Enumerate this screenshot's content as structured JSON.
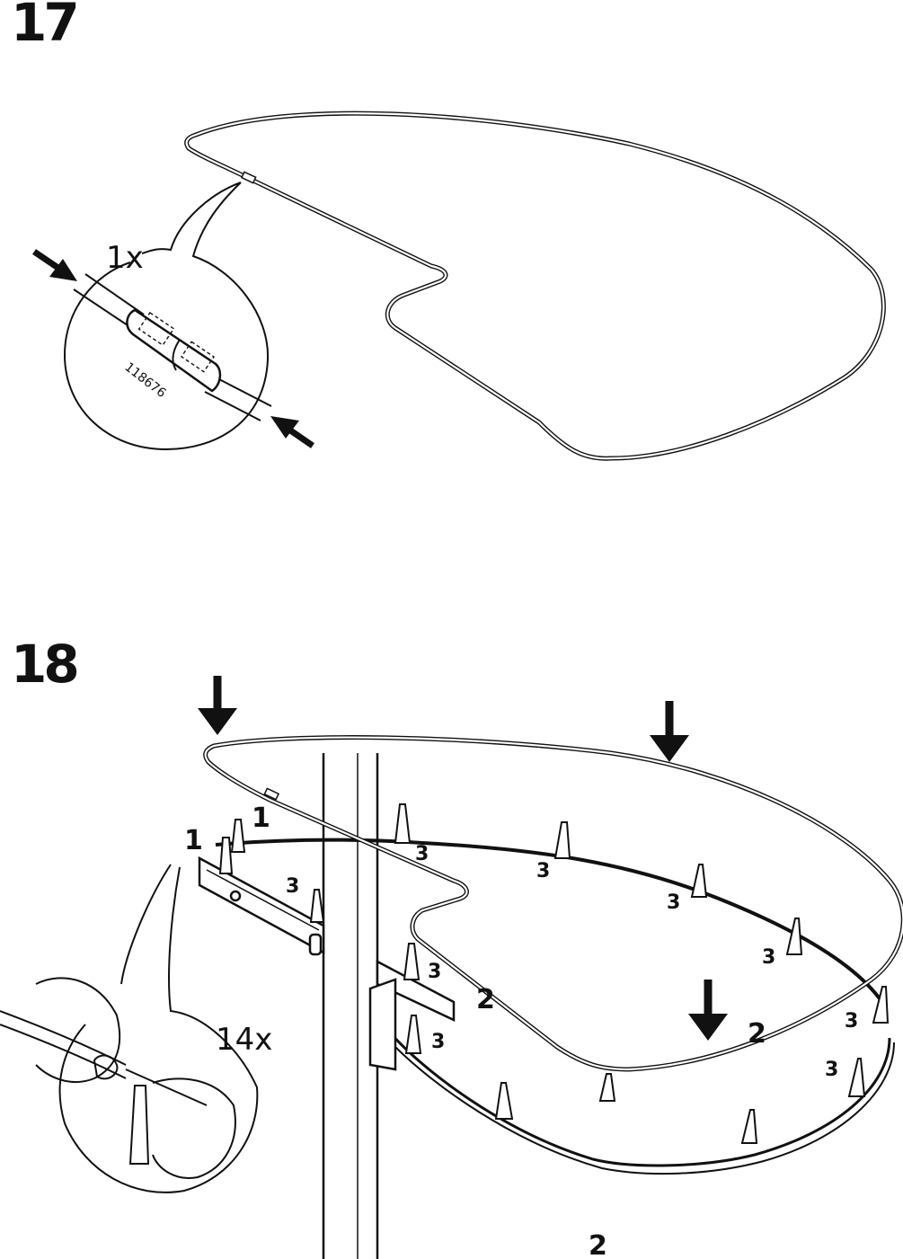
{
  "steps": [
    {
      "number": "17",
      "quantity": "1x",
      "part_number": "118676"
    },
    {
      "number": "18",
      "quantity": "14x"
    }
  ],
  "callouts": {
    "label_1": "1",
    "label_2": "2",
    "label_3": "3"
  }
}
